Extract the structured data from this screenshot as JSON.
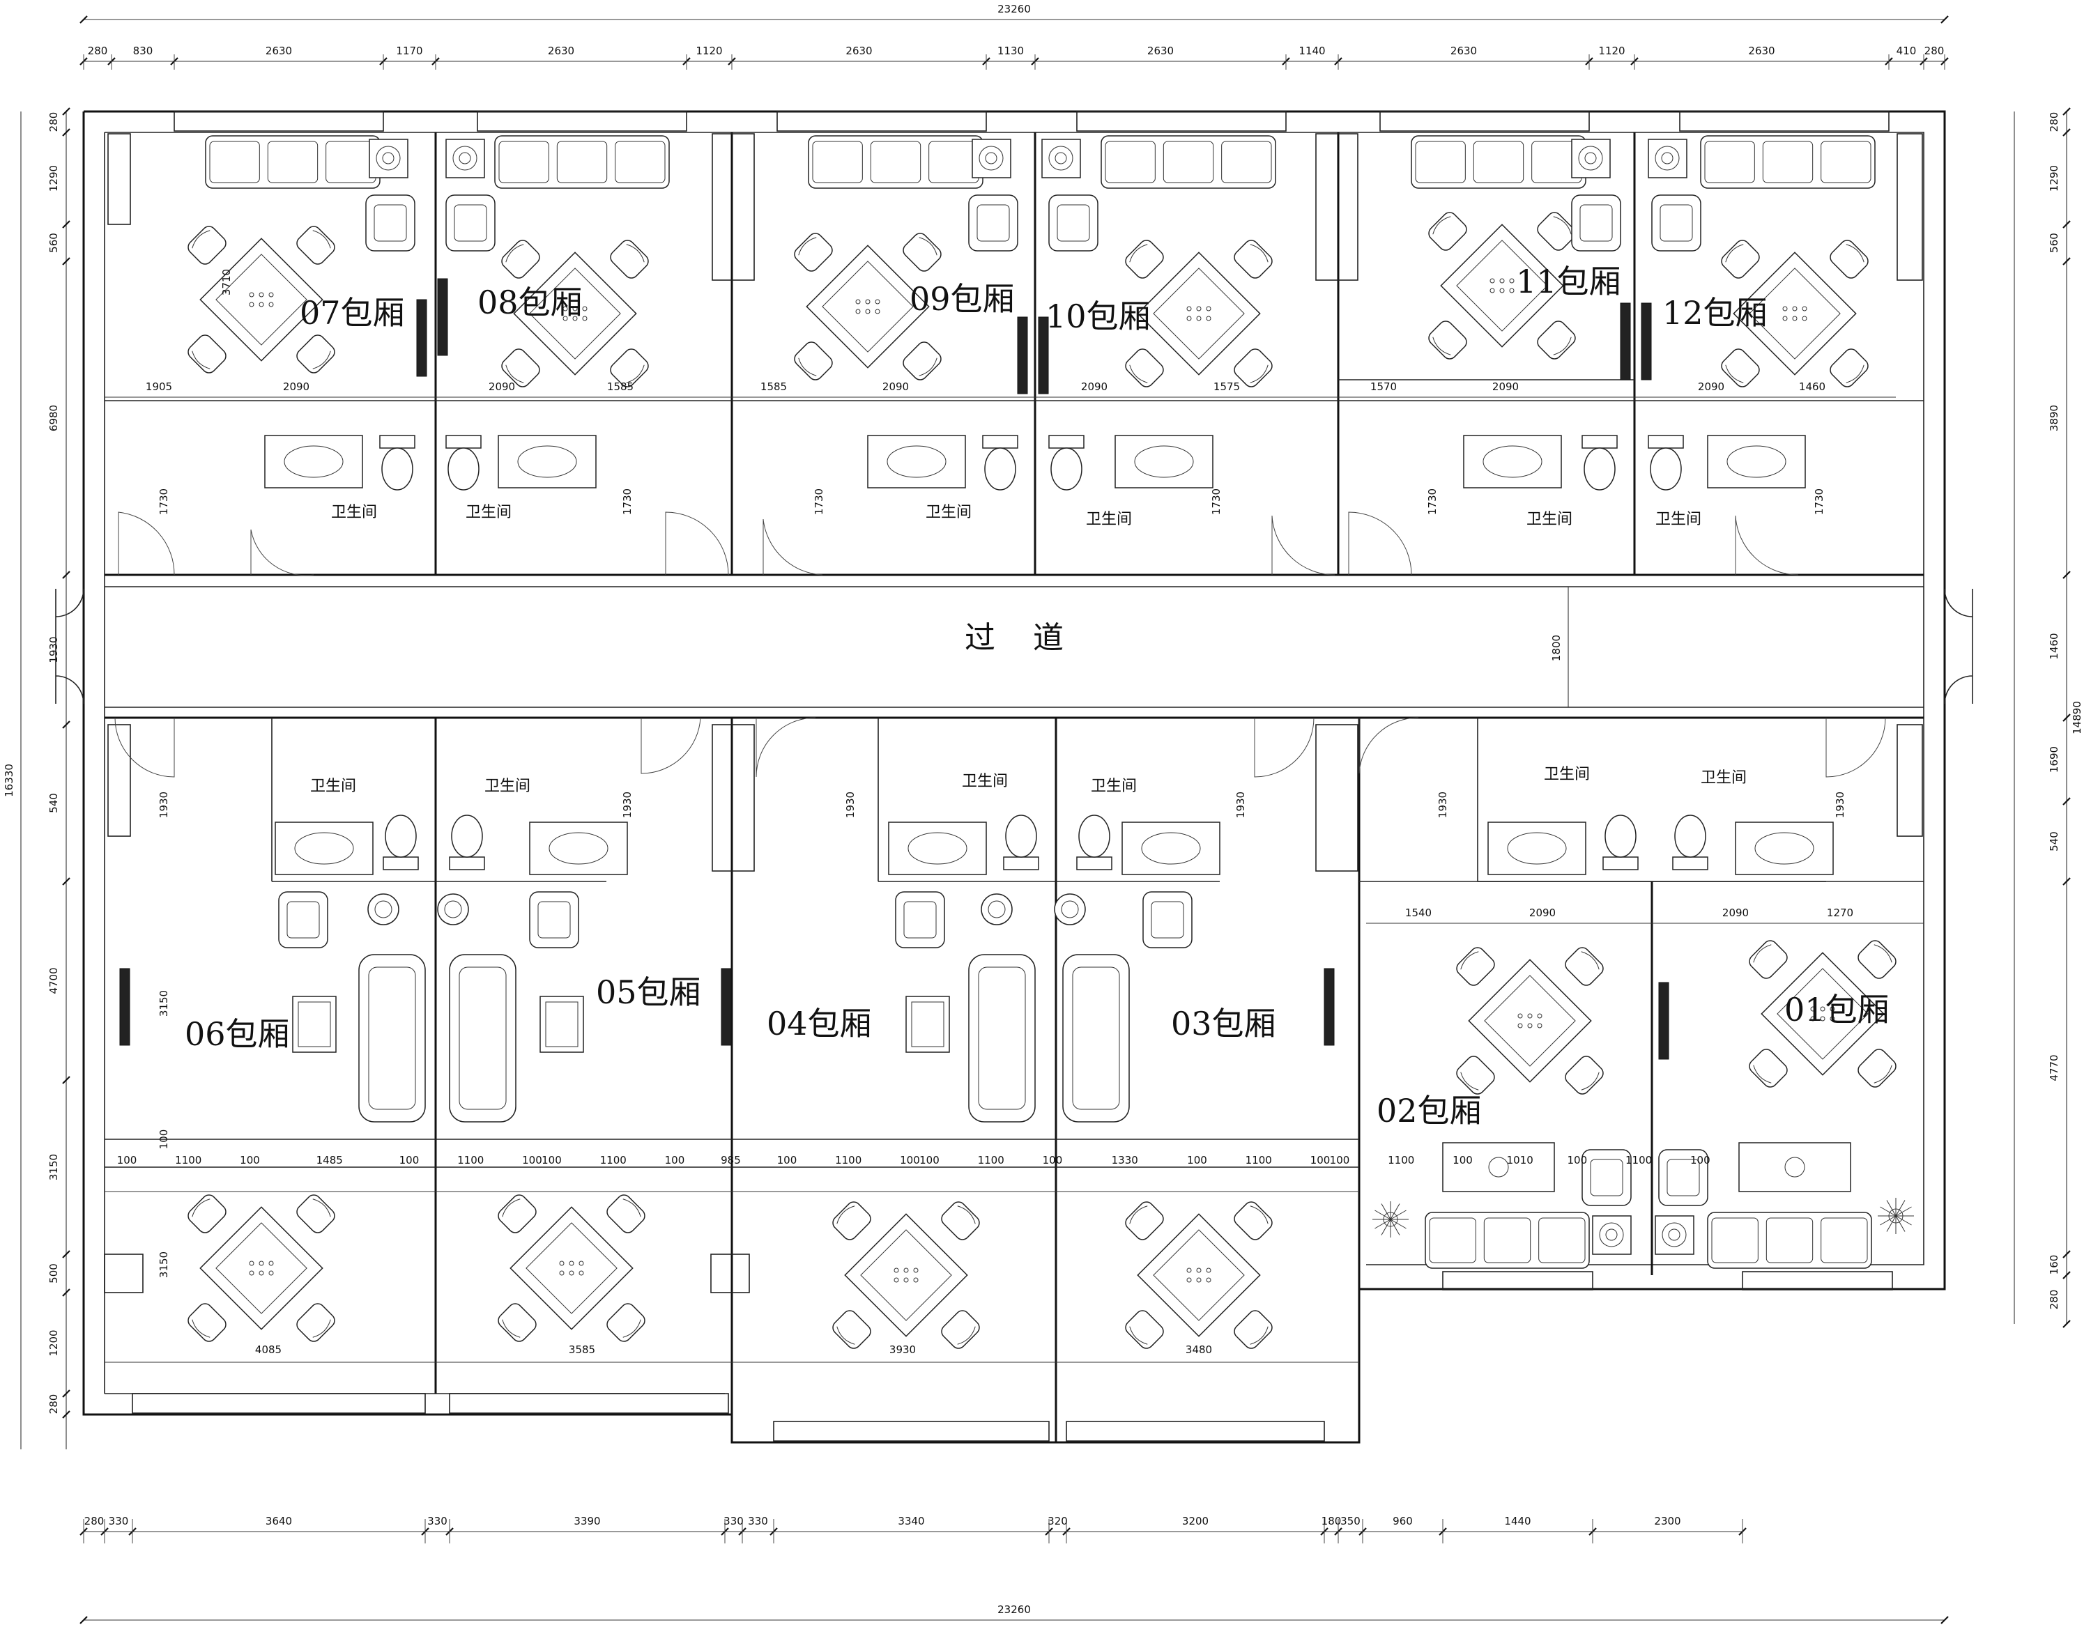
{
  "rooms": {
    "r07": "07包厢",
    "r08": "08包厢",
    "r09": "09包厢",
    "r10": "10包厢",
    "r11": "11包厢",
    "r12": "12包厢",
    "r06": "06包厢",
    "r05": "05包厢",
    "r04": "04包厢",
    "r03": "03包厢",
    "r02": "02包厢",
    "r01": "01包厢"
  },
  "washroom": "卫生间",
  "corridor": "过 道",
  "dims": {
    "total": "23260",
    "top": [
      "280",
      "830",
      "2630",
      "1170",
      "2630",
      "1120",
      "2630",
      "1130",
      "2630",
      "1140",
      "2630",
      "1120",
      "2630",
      "410",
      "280"
    ],
    "bottom": [
      "280",
      "330",
      "3640",
      "330",
      "3390",
      "330",
      "330",
      "3340",
      "320",
      "3200",
      "180",
      "350",
      "960",
      "1440",
      "2300"
    ],
    "left": [
      "280",
      "1290",
      "560",
      "6980",
      "1930",
      "540",
      "4700",
      "3150",
      "500",
      "1200",
      "280"
    ],
    "left_total": "16330",
    "right": [
      "280",
      "1290",
      "560",
      "3890",
      "1460",
      "1690",
      "540",
      "4770",
      "160",
      "280"
    ],
    "right_total": "14890",
    "inner_top_row": [
      "1905",
      "2090",
      "2090",
      "1585",
      "1585",
      "2090",
      "2090",
      "1575",
      "1570",
      "2090",
      "2090",
      "1460"
    ],
    "inner_mid": [
      "1730",
      "1730",
      "1730",
      "1730",
      "1730",
      "1730"
    ],
    "inner_3710": "3710",
    "corridor_1800": "1800",
    "inner_lower": [
      "1930",
      "1930",
      "1930",
      "1930",
      "1930",
      "1930"
    ],
    "lower_3150": "3150",
    "right_lower": [
      "1540",
      "2090",
      "2090",
      "1270"
    ],
    "gap_row": [
      "100",
      "1100",
      "100",
      "1485",
      "100",
      "1100",
      "100",
      "100",
      "1100",
      "100",
      "985",
      "100",
      "1100",
      "100",
      "100",
      "1100",
      "100",
      "1330",
      "100",
      "1100",
      "100",
      "100",
      "1100",
      "100",
      "1010",
      "100",
      "1100",
      "100"
    ],
    "bottom_rooms": [
      "4085",
      "3585",
      "3930",
      "3480"
    ],
    "v_100": [
      "100",
      "100"
    ]
  }
}
